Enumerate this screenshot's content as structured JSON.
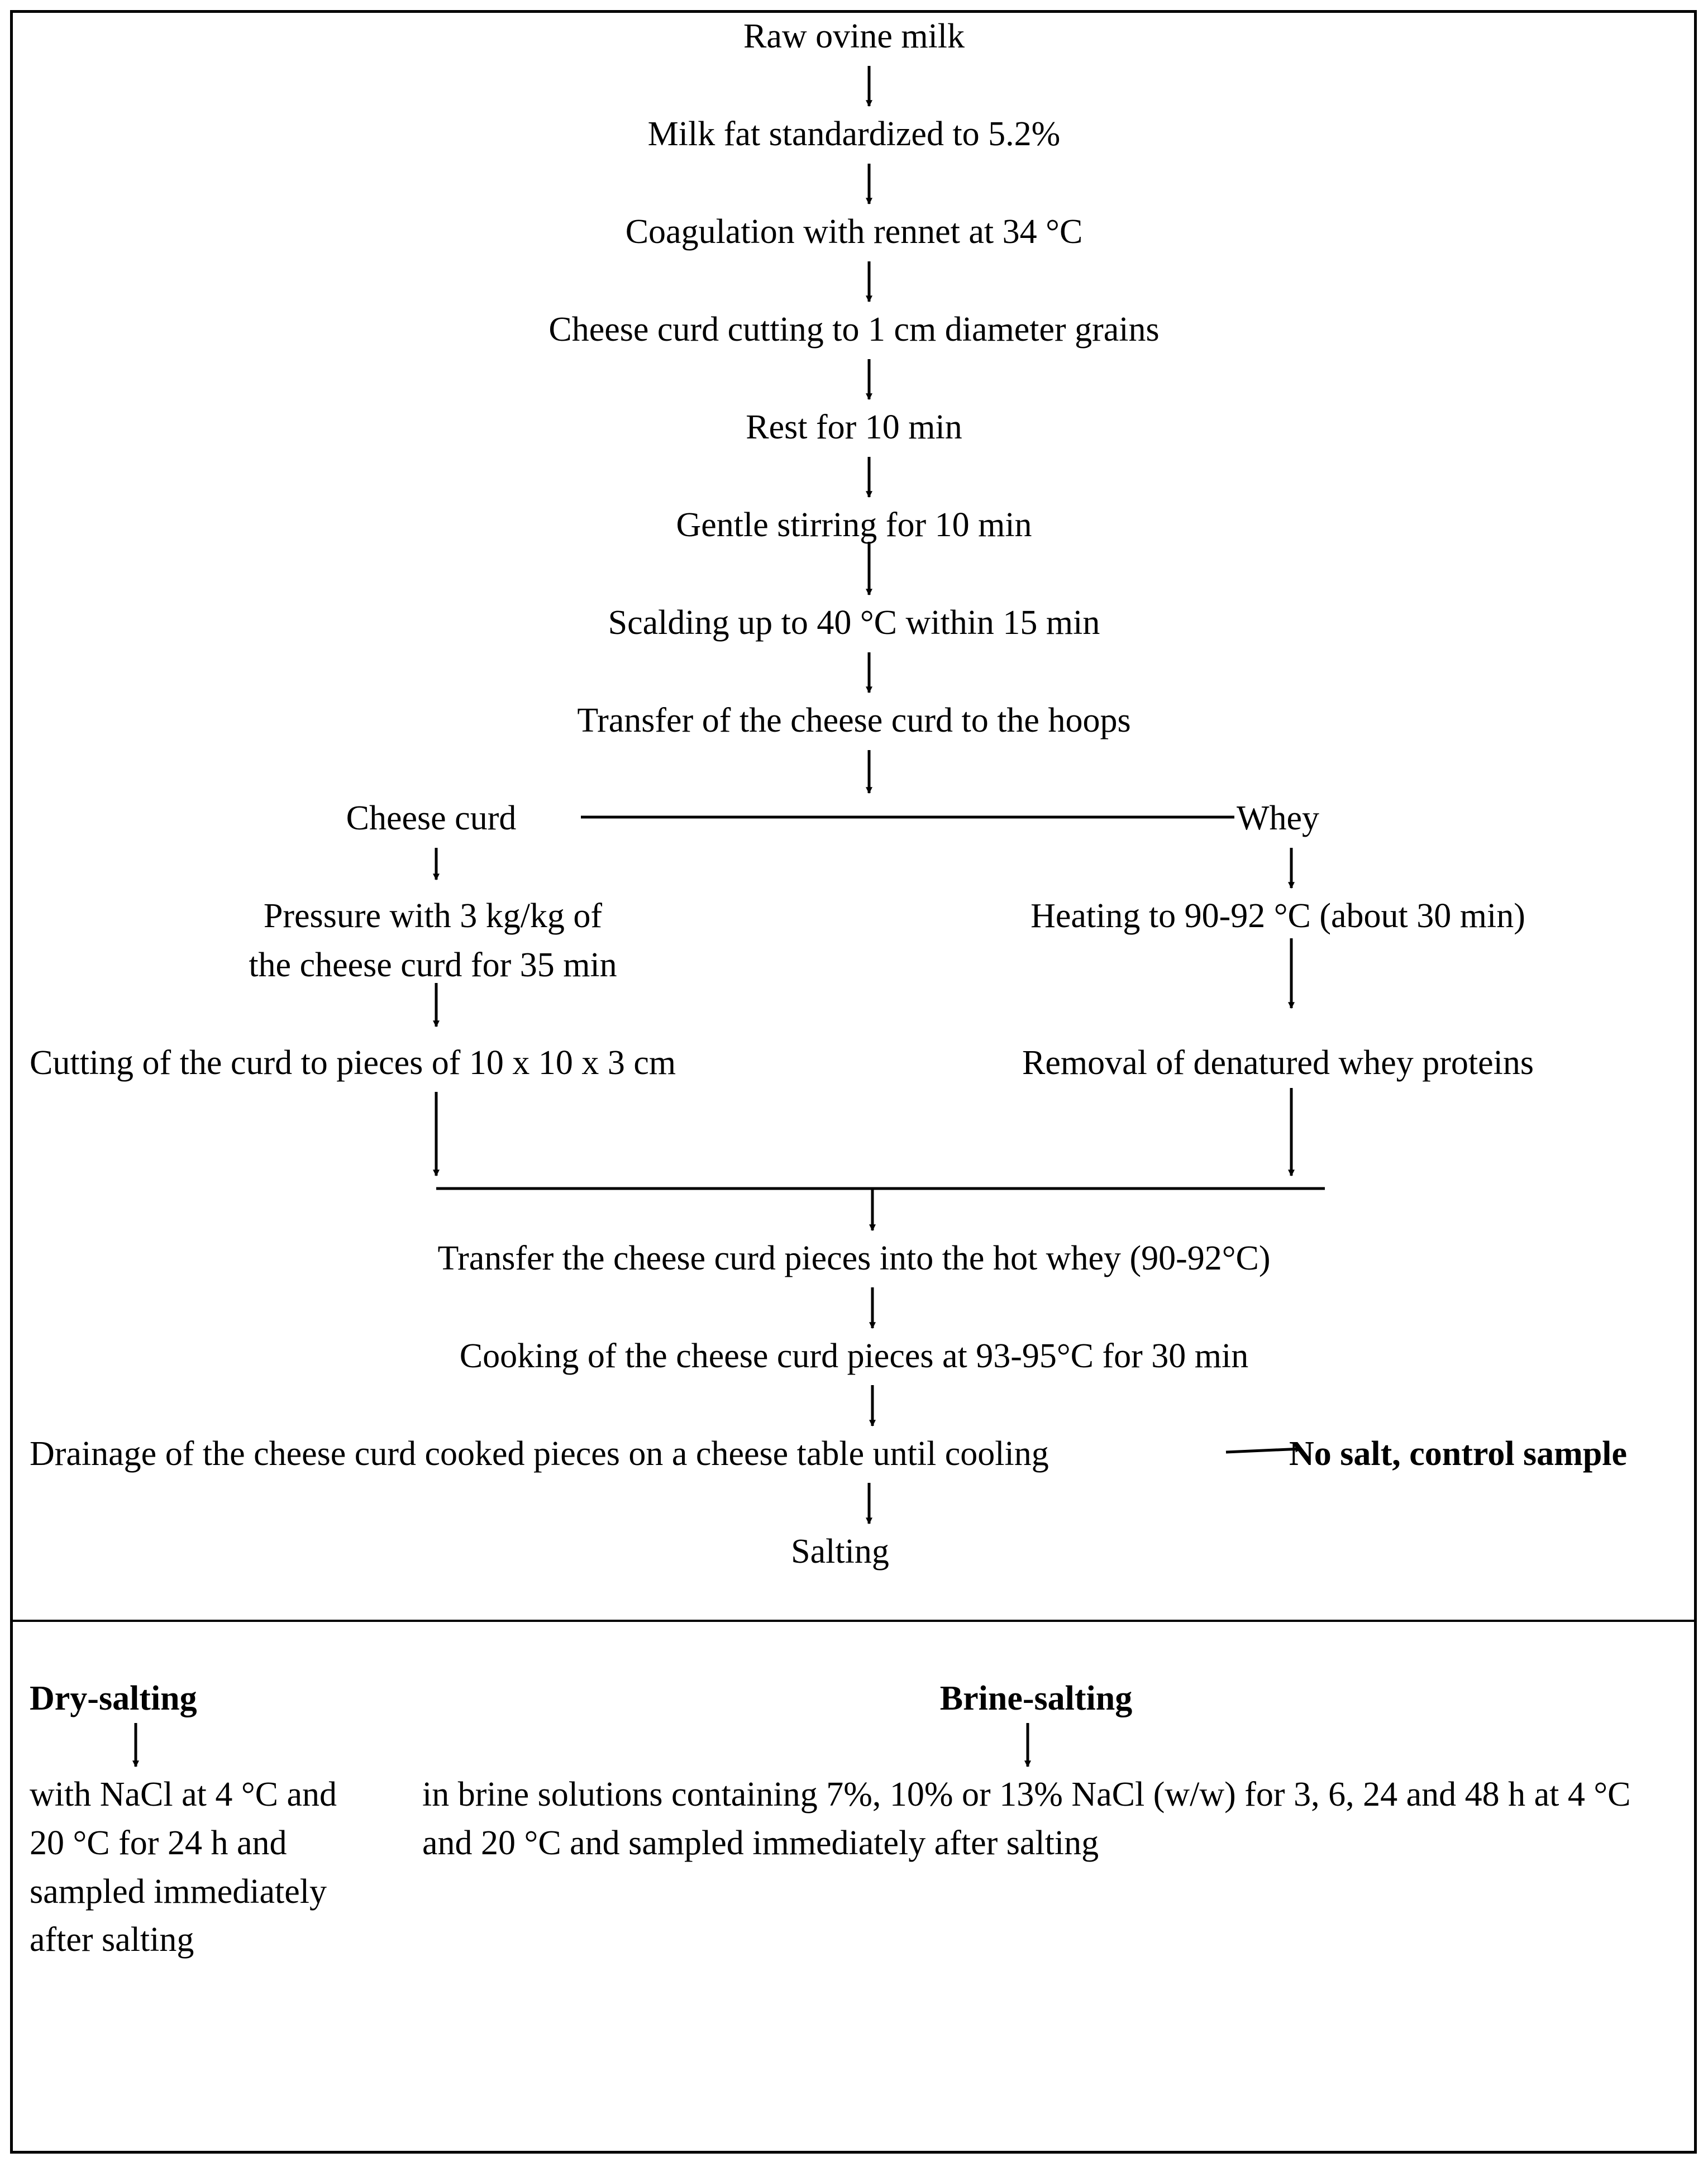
{
  "steps": {
    "s1": "Raw ovine milk",
    "s2": "Milk fat standardized to 5.2%",
    "s3": "Coagulation with rennet at 34 °C",
    "s4": "Cheese curd cutting to 1 cm diameter grains",
    "s5": "Rest for 10 min",
    "s6": "Gentle stirring for 10 min",
    "s7": "Scalding up to 40 °C within 15 min",
    "s8": "Transfer of the cheese curd to the hoops"
  },
  "curd_branch": {
    "title": "Cheese curd",
    "pressure_line1": "Pressure with 3 kg/kg of",
    "pressure_line2": "the cheese curd for 35 min",
    "cutting": "Cutting of the curd to pieces of 10 x 10 x 3 cm"
  },
  "whey_branch": {
    "title": "Whey",
    "heating": "Heating to 90-92 °C (about 30 min)",
    "removal": "Removal of denatured whey proteins"
  },
  "merged_steps": {
    "transfer": "Transfer the cheese curd pieces into the hot whey (90-92°C)",
    "cooking": "Cooking of the cheese curd pieces at  93-95°C for 30 min",
    "drainage": "Drainage of the cheese curd cooked pieces on a cheese table until cooling",
    "control": "No salt, control sample",
    "salting": "Salting"
  },
  "salting_methods": {
    "dry_title": "Dry-salting",
    "dry_desc": "with NaCl at 4 °C and 20 °C for 24 h and sampled immediately after salting",
    "brine_title": "Brine-salting",
    "brine_desc": "in brine solutions containing 7%, 10% or 13% NaCl (w/w) for 3, 6, 24 and 48 h at 4 °C and 20 °C and sampled immediately after salting"
  }
}
